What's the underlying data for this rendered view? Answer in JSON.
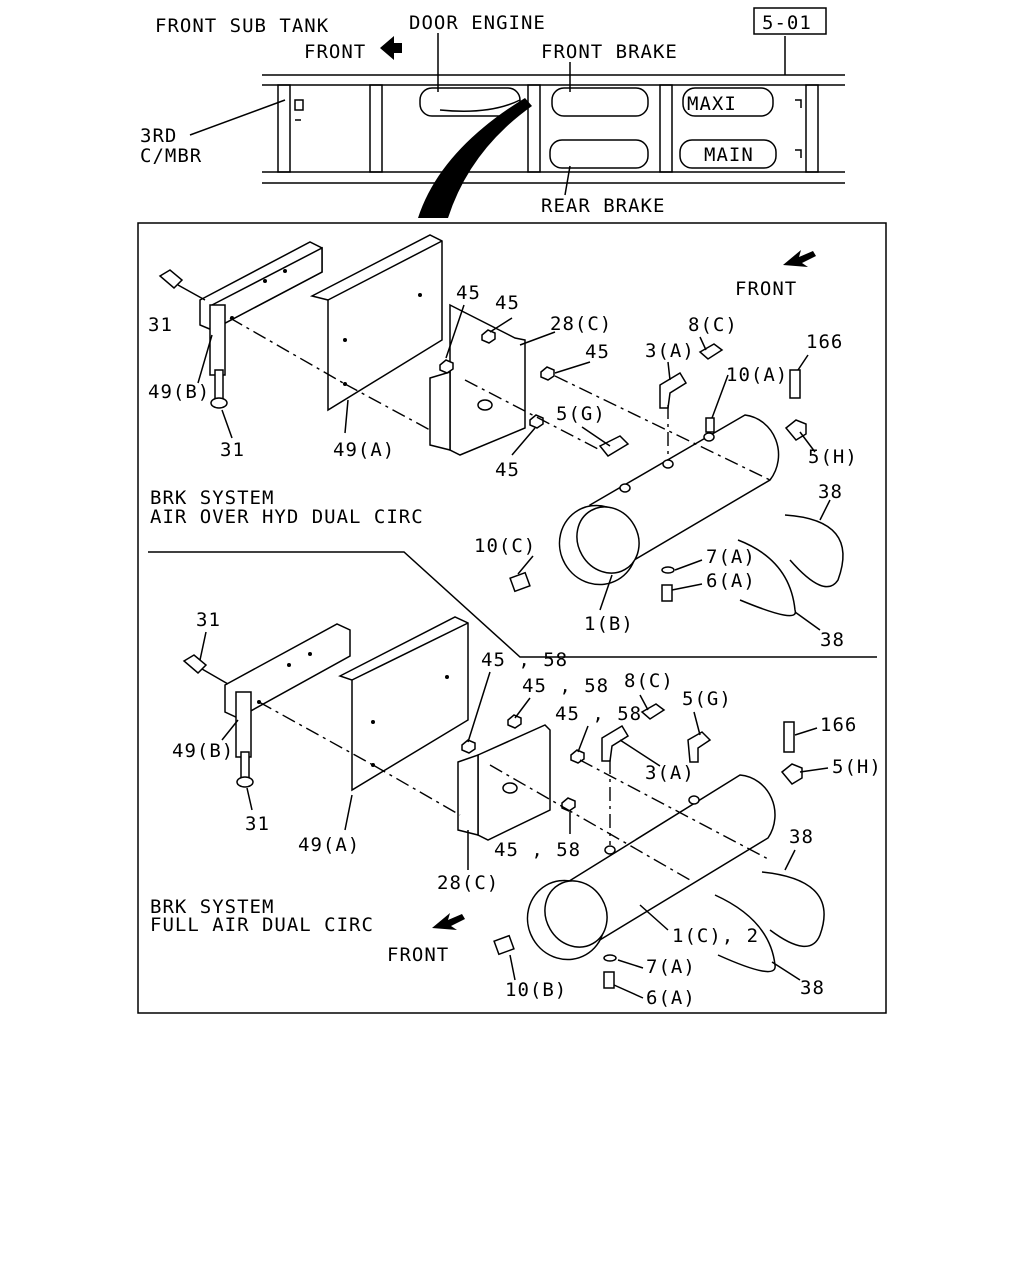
{
  "diagram": {
    "page_ref": "5-01",
    "overview": {
      "front_sub_tank": "FRONT SUB TANK",
      "front": "FRONT",
      "door_engine": "DOOR ENGINE",
      "front_brake": "FRONT BRAKE",
      "rear_brake": "REAR BRAKE",
      "maxi": "MAXI",
      "main": "MAIN",
      "third_cmbr_1": "3RD",
      "third_cmbr_2": "C/MBR"
    },
    "upper_section": {
      "title_line1": "BRK SYSTEM",
      "title_line2": "AIR OVER HYD DUAL CIRC",
      "front": "FRONT",
      "labels": {
        "l31a": "31",
        "l49b": "49(B)",
        "l31b": "31",
        "l49a": "49(A)",
        "l45a": "45",
        "l45b": "45",
        "l28c": "28(C)",
        "l45c": "45",
        "l45d": "45",
        "l5g": "5(G)",
        "l3a": "3(A)",
        "l8c": "8(C)",
        "l10a": "10(A)",
        "l166": "166",
        "l5h": "5(H)",
        "l38a": "38",
        "l38b": "38",
        "l10c": "10(C)",
        "l7a": "7(A)",
        "l6a": "6(A)",
        "l1b": "1(B)"
      }
    },
    "lower_section": {
      "title_line1": "BRK SYSTEM",
      "title_line2": "FULL AIR DUAL CIRC",
      "front": "FRONT",
      "labels": {
        "l31a": "31",
        "l49b": "49(B)",
        "l31b": "31",
        "l49a": "49(A)",
        "l4558a": "45 , 58",
        "l4558b": "45 , 58",
        "l4558c": "45 , 58",
        "l4558d": "45 , 58",
        "l8c": "8(C)",
        "l5g": "5(G)",
        "l3a": "3(A)",
        "l166": "166",
        "l5h": "5(H)",
        "l38a": "38",
        "l38b": "38",
        "l28c": "28(C)",
        "l1c2": "1(C), 2",
        "l10b": "10(B)",
        "l7a": "7(A)",
        "l6a": "6(A)"
      }
    }
  }
}
